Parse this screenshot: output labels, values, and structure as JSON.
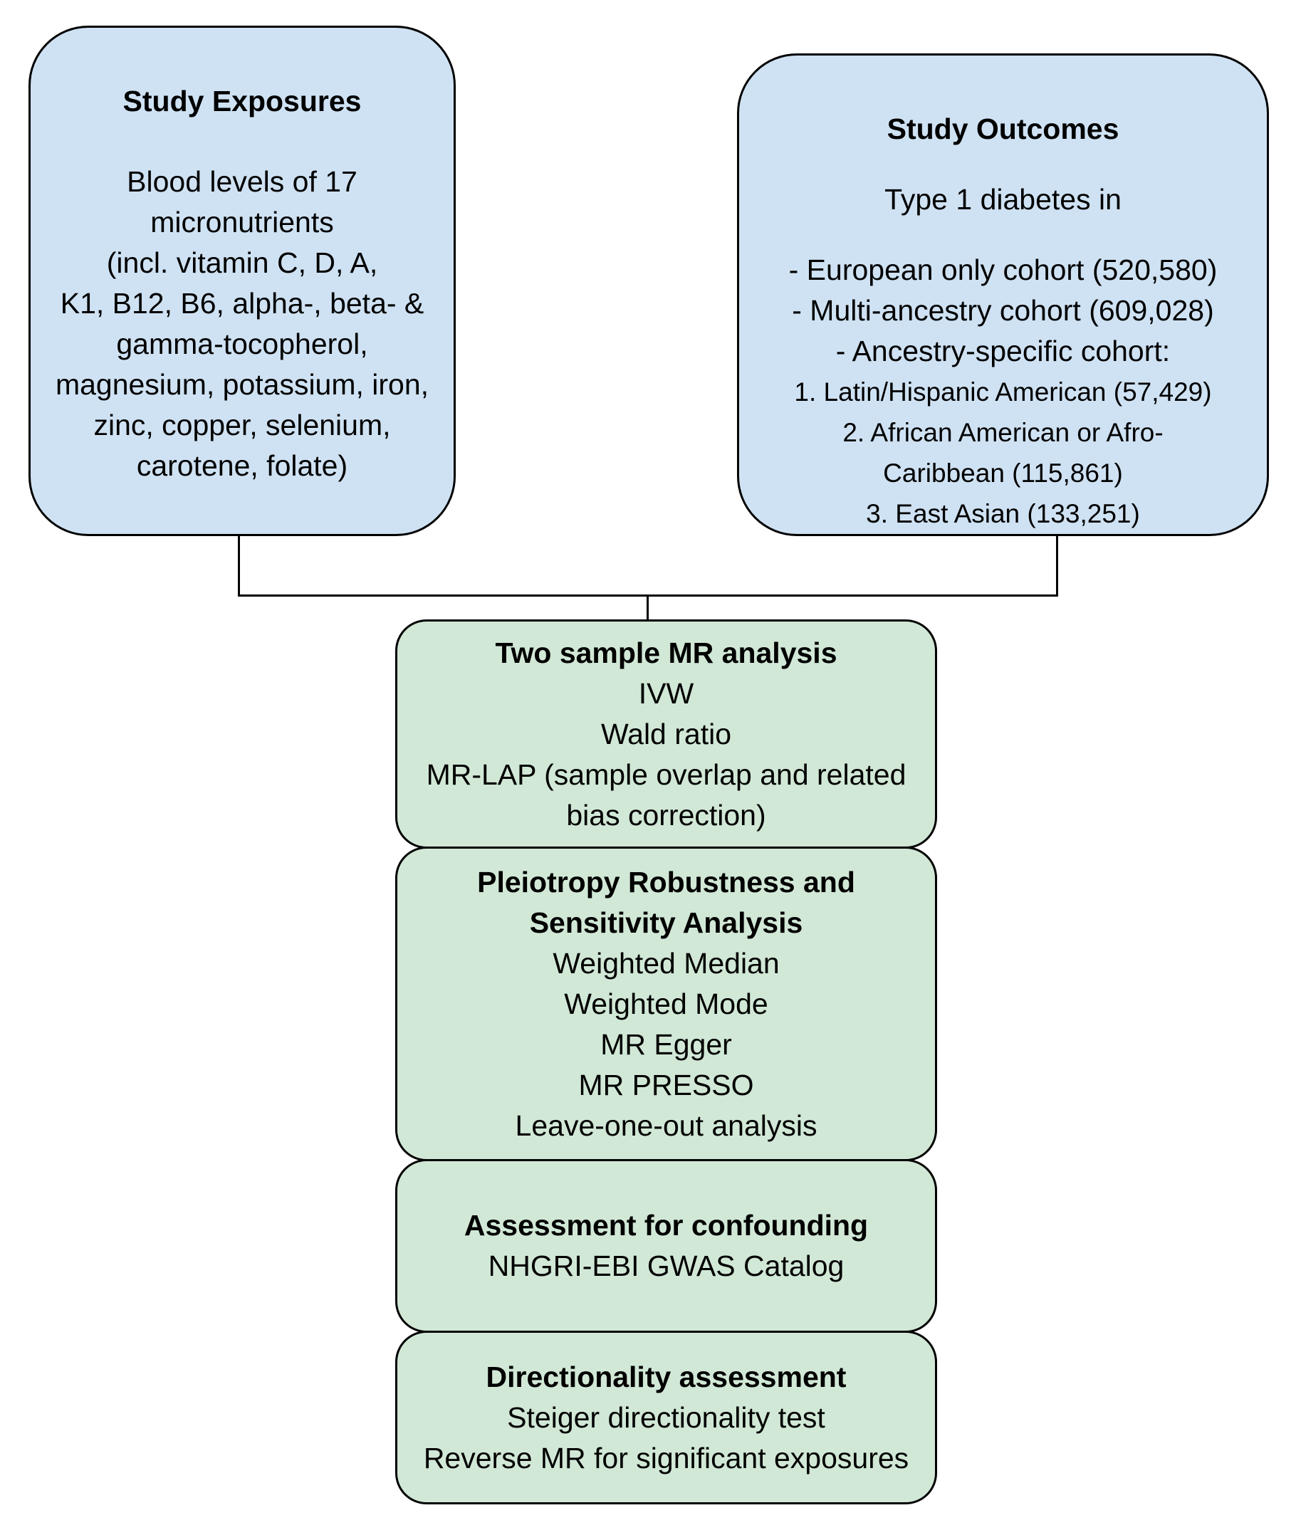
{
  "exposures": {
    "title": "Study Exposures",
    "lines": [
      "Blood levels of 17",
      "micronutrients",
      "(incl. vitamin C, D, A,",
      "K1, B12, B6, alpha-, beta- &",
      "gamma-tocopherol,",
      "magnesium, potassium, iron,",
      "zinc, copper, selenium,",
      "carotene, folate)"
    ]
  },
  "outcomes": {
    "title": "Study Outcomes",
    "subtitle": "Type 1 diabetes in",
    "lines": [
      "- European only cohort (520,580)",
      "- Multi-ancestry cohort (609,028)",
      "- Ancestry-specific cohort:",
      "1. Latin/Hispanic American (57,429)",
      "2. African American or Afro-",
      "Caribbean (115,861)",
      "3. East Asian (133,251)"
    ]
  },
  "mr_analysis": {
    "title": "Two sample MR analysis",
    "lines": [
      "IVW",
      "Wald ratio",
      "MR-LAP (sample overlap and related",
      "bias correction)"
    ]
  },
  "pleiotropy": {
    "title_lines": [
      "Pleiotropy Robustness and",
      "Sensitivity Analysis"
    ],
    "lines": [
      "Weighted Median",
      "Weighted Mode",
      "MR Egger",
      "MR PRESSO",
      "Leave-one-out analysis"
    ]
  },
  "confounding": {
    "title": "Assessment for confounding",
    "lines": [
      "NHGRI-EBI GWAS Catalog"
    ]
  },
  "directionality": {
    "title": "Directionality assessment",
    "lines": [
      "Steiger directionality test",
      "Reverse MR for significant exposures"
    ]
  },
  "colors": {
    "top_box_fill": "#cfe2f3",
    "bottom_box_fill": "#d1e8d6",
    "border": "#000000"
  }
}
